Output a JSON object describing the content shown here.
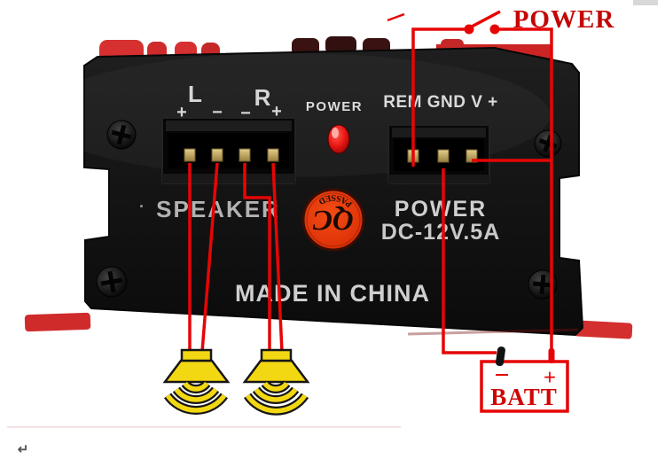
{
  "overlay": {
    "power_switch_title": "POWER",
    "battery_box": {
      "label": "BATT",
      "minus": "−",
      "plus": "+"
    }
  },
  "panel": {
    "speaker_block": {
      "left": "L",
      "right": "R",
      "terminals": [
        "+",
        "−",
        "−",
        "+"
      ],
      "dot": "·",
      "section_label": "SPEAKER"
    },
    "led_label": "POWER",
    "power_block": {
      "connector_label": "REM GND V +",
      "line1": "POWER",
      "line2": "DC-12V.5A"
    },
    "made_in": "MADE IN CHINA",
    "qc_sticker": {
      "main": "QC",
      "arc": "PASSED"
    }
  },
  "artifacts": {
    "return_mark": "↵"
  },
  "colors": {
    "annotation_red": "#e60505",
    "deep_red_text": "#c40606",
    "panel_black": "#141414",
    "label_gray": "#cccccc",
    "speaker_yellow": "#f2d713",
    "sticker_orange_red": "#e0390f",
    "fin_red": "#d32f2f"
  }
}
